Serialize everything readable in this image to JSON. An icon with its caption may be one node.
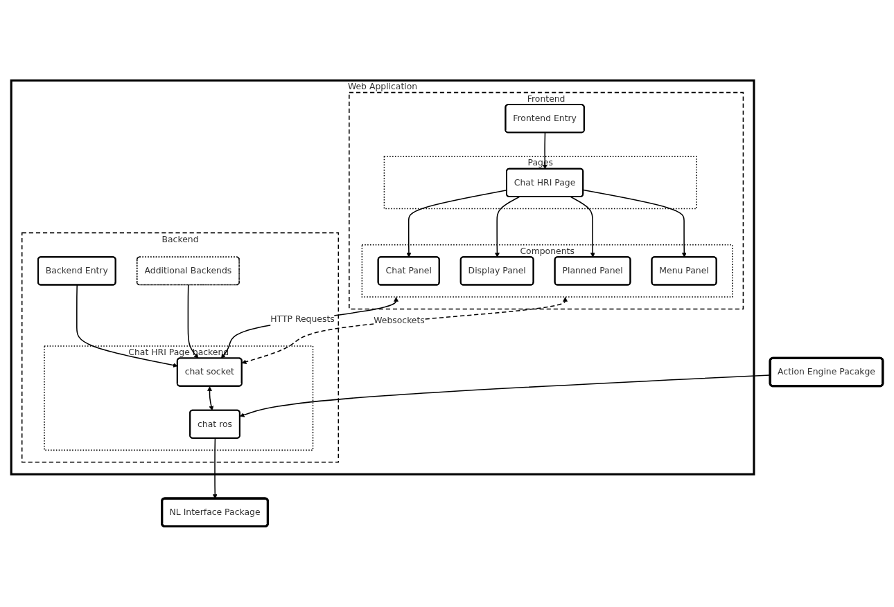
{
  "diagram": {
    "nodes": [
      {
        "text": [
          "Web Application"
        ]
      },
      {
        "text": [
          "Frontend"
        ],
        "in": 0
      },
      {
        "text": [
          "Frontend Entry"
        ],
        "in": 1
      },
      {
        "text": [
          "Pages"
        ],
        "in": 1
      },
      {
        "text": [
          "Chat HRI Page"
        ],
        "in": 3
      },
      {
        "text": [
          "Components"
        ],
        "in": 1
      },
      {
        "text": [
          "Chat Panel"
        ],
        "in": 5
      },
      {
        "text": [
          "Display Panel"
        ],
        "in": 5
      },
      {
        "text": [
          "Planned Panel"
        ],
        "in": 5
      },
      {
        "text": [
          "Menu Panel"
        ],
        "in": 5
      },
      {
        "text": [
          "Backend"
        ],
        "in": 0
      },
      {
        "text": [
          "Backend Entry"
        ],
        "in": 10
      },
      {
        "text": [
          "Chat HRI Page backend"
        ],
        "in": 10
      },
      {
        "text": [
          "chat socket"
        ],
        "in": 12
      },
      {
        "text": [
          "chat ros"
        ],
        "in": 12
      },
      {
        "text": [
          "Additional Backends"
        ],
        "in": 10
      },
      {
        "text": [
          "NL Interface Package"
        ]
      },
      {
        "text": [
          "Action Engine Pacakge"
        ]
      }
    ],
    "edges": [
      {
        "from": 2,
        "to": 4,
        "arrow": "to"
      },
      {
        "from": 4,
        "to": 6,
        "arrow": "to"
      },
      {
        "from": 4,
        "to": 7,
        "arrow": "to"
      },
      {
        "from": 4,
        "to": 8,
        "arrow": "to"
      },
      {
        "from": 4,
        "to": 9,
        "arrow": "to"
      },
      {
        "from": 5,
        "to": 13,
        "arrow": "both",
        "label": "HTTP Requests"
      },
      {
        "from": 5,
        "to": 13,
        "arrow": "both",
        "label": "Websockets",
        "style": "dashed"
      },
      {
        "from": 11,
        "to": 13,
        "arrow": "to"
      },
      {
        "from": 15,
        "to": 13,
        "arrow": "to"
      },
      {
        "from": 13,
        "to": 14,
        "arrow": "both"
      },
      {
        "from": 14,
        "to": 16,
        "arrow": "to"
      },
      {
        "from": 17,
        "to": 14,
        "arrow": "to"
      }
    ]
  }
}
